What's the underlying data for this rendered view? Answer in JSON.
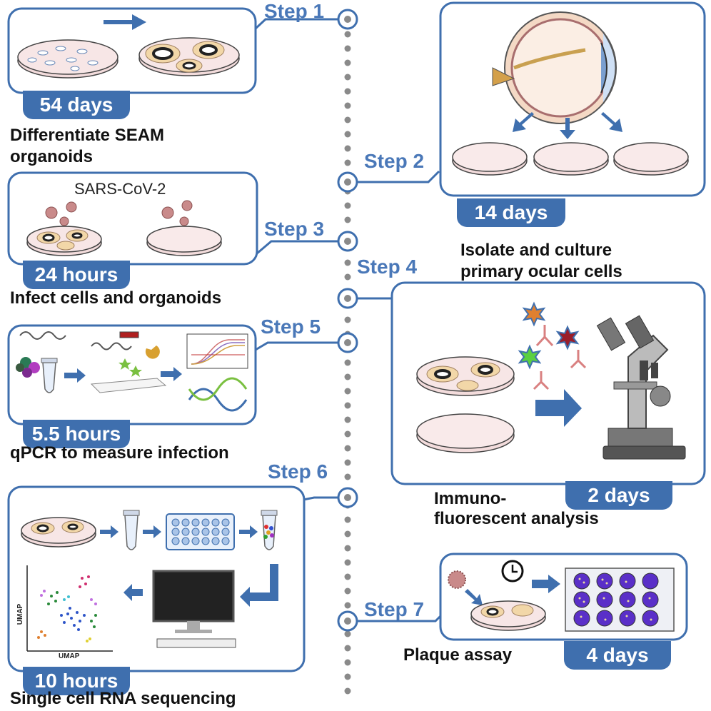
{
  "steps": {
    "s1": "Step 1",
    "s2": "Step 2",
    "s3": "Step 3",
    "s4": "Step 4",
    "s5": "Step 5",
    "s6": "Step 6",
    "s7": "Step 7"
  },
  "durations": {
    "d1": "54 days",
    "d2": "14 days",
    "d3": "24 hours",
    "d4": "2 days",
    "d5": "5.5 hours",
    "d6": "10 hours",
    "d7": "4 days"
  },
  "labels": {
    "l1a": "Differentiate SEAM",
    "l1b": "organoids",
    "l2a": "Isolate and culture",
    "l2b": "primary ocular cells",
    "l3": "Infect cells and organoids",
    "l4a": "Immuno-",
    "l4b": "fluorescent analysis",
    "l5": "qPCR to measure infection",
    "l6": "Single cell RNA sequencing",
    "l7": "Plaque assay"
  },
  "virus_label": "SARS-CoV-2",
  "umap_axis": "UMAP",
  "colors": {
    "primary": "#3f6fae",
    "dish": "#f3dcdc",
    "timeline": "#8a8a8a"
  }
}
